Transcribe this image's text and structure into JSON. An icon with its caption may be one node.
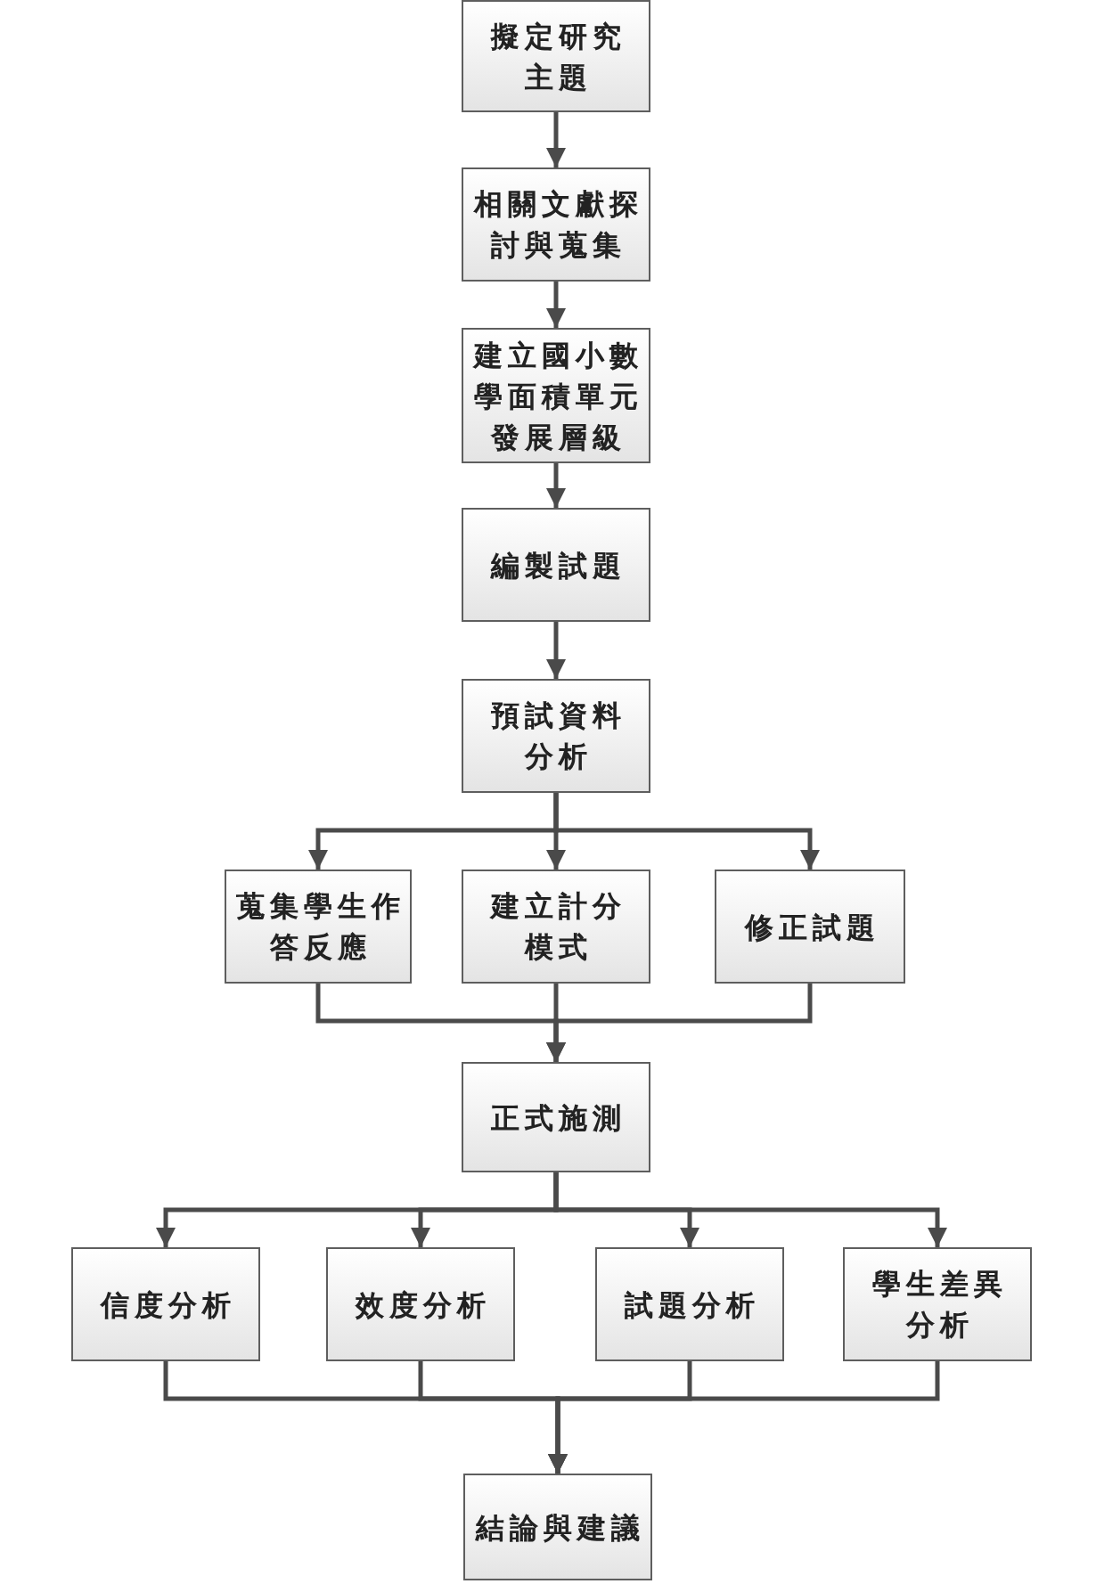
{
  "diagram": {
    "nodes": [
      {
        "text": [
          "擬定研究主題"
        ]
      },
      {
        "text": [
          "相關文獻探討與蒐集"
        ]
      },
      {
        "text": [
          "建立國小數學面積單元發展層級"
        ]
      },
      {
        "text": [
          "編製試題"
        ]
      },
      {
        "text": [
          "預試資料分析"
        ]
      },
      {
        "text": [
          "蒐集學生作答反應"
        ]
      },
      {
        "text": [
          "建立計分模式"
        ]
      },
      {
        "text": [
          "修正試題"
        ]
      },
      {
        "text": [
          "正式施測"
        ]
      },
      {
        "text": [
          "信度分析"
        ]
      },
      {
        "text": [
          "效度分析"
        ]
      },
      {
        "text": [
          "試題分析"
        ]
      },
      {
        "text": [
          "學生差異分析"
        ]
      },
      {
        "text": [
          "結論與建議"
        ]
      }
    ],
    "edges": [
      {
        "from": 0,
        "to": 1,
        "arrow": "to"
      },
      {
        "from": 1,
        "to": 2,
        "arrow": "to"
      },
      {
        "from": 2,
        "to": 3,
        "arrow": "to"
      },
      {
        "from": 3,
        "to": 4,
        "arrow": "to"
      },
      {
        "from": 4,
        "to": 5,
        "arrow": "to"
      },
      {
        "from": 4,
        "to": 6,
        "arrow": "to"
      },
      {
        "from": 4,
        "to": 7,
        "arrow": "to"
      },
      {
        "from": 5,
        "to": 8,
        "arrow": "to"
      },
      {
        "from": 6,
        "to": 8,
        "arrow": "to"
      },
      {
        "from": 7,
        "to": 8,
        "arrow": "to"
      },
      {
        "from": 8,
        "to": 9,
        "arrow": "to"
      },
      {
        "from": 8,
        "to": 10,
        "arrow": "to"
      },
      {
        "from": 8,
        "to": 11,
        "arrow": "to"
      },
      {
        "from": 8,
        "to": 12,
        "arrow": "to"
      },
      {
        "from": 9,
        "to": 13,
        "arrow": "to"
      },
      {
        "from": 10,
        "to": 13,
        "arrow": "to"
      },
      {
        "from": 11,
        "to": 13,
        "arrow": "to"
      },
      {
        "from": 12,
        "to": 13,
        "arrow": "to"
      }
    ]
  }
}
